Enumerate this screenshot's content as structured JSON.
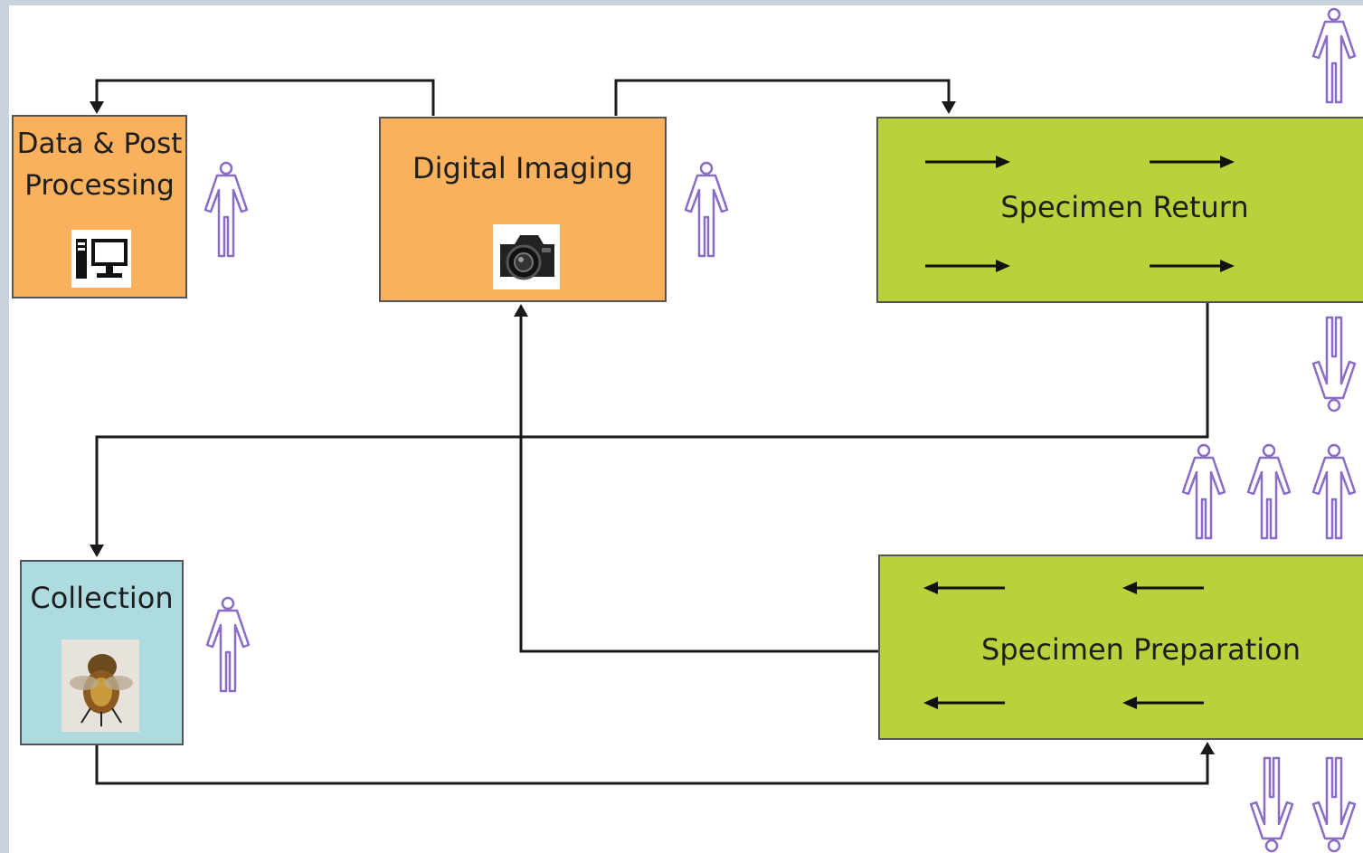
{
  "colors": {
    "orange": "#f9b15e",
    "green": "#b7d23b",
    "cyan": "#aedbe0",
    "person": "#8a6cc4",
    "line": "#1a1a1a"
  },
  "nodes": {
    "data_post": {
      "line1": "Data & Post",
      "line2": "Processing",
      "icon": "computer-icon"
    },
    "digital_imaging": {
      "label": "Digital Imaging",
      "icon": "camera-icon"
    },
    "specimen_return": {
      "label": "Specimen Return"
    },
    "collection": {
      "label": "Collection",
      "icon": "bee-specimen-icon"
    },
    "specimen_preparation": {
      "label": "Specimen Preparation"
    }
  },
  "people": {
    "icon": "person-icon"
  }
}
